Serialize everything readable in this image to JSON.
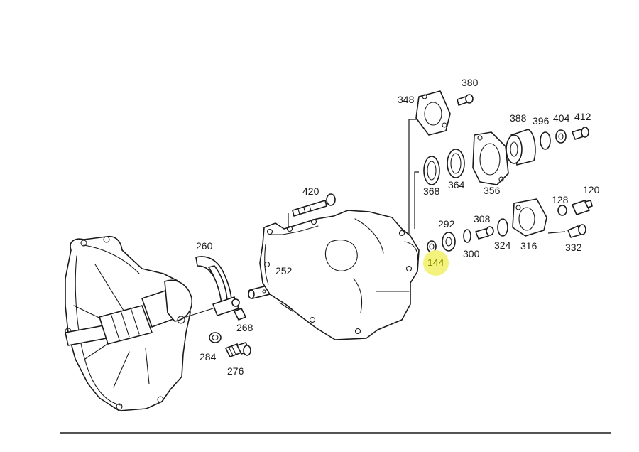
{
  "colors": {
    "highlight": "#f3f27c",
    "highlight_text": "#8a8a00",
    "ink": "#1a1a1a"
  },
  "callouts": {
    "p380": "380",
    "p348": "348",
    "p388": "388",
    "p396": "396",
    "p404": "404",
    "p412": "412",
    "p368": "368",
    "p364": "364",
    "p356": "356",
    "p420": "420",
    "p128": "128",
    "p120": "120",
    "p292": "292",
    "p308": "308",
    "p316": "316",
    "p324": "324",
    "p300": "300",
    "p332": "332",
    "p144": "144",
    "p260": "260",
    "p252": "252",
    "p268": "268",
    "p284": "284",
    "p276": "276"
  },
  "highlighted_part": "144"
}
